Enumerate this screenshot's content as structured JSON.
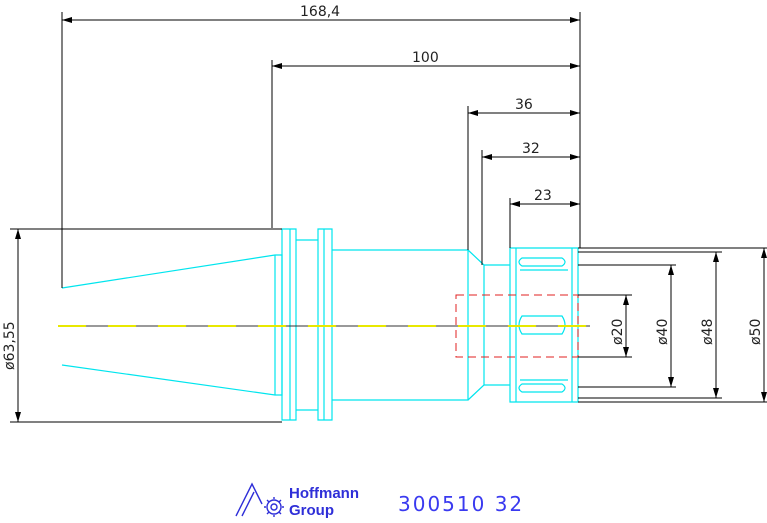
{
  "dimensions": {
    "overall_length": "168,4",
    "length_100": "100",
    "length_36": "36",
    "length_32": "32",
    "length_23": "23",
    "dia_flange": "ø63,55",
    "dia_20": "ø20",
    "dia_40": "ø40",
    "dia_48": "ø48",
    "dia_50": "ø50"
  },
  "logo": {
    "line1": "Hoffmann",
    "line2": "Group"
  },
  "part_code": "300510  32",
  "colors": {
    "outline": "#00e5ee",
    "dimension": "#000000",
    "centerline": "#e8e800",
    "hidden": "#e02020",
    "logo": "#2f2fd8"
  }
}
